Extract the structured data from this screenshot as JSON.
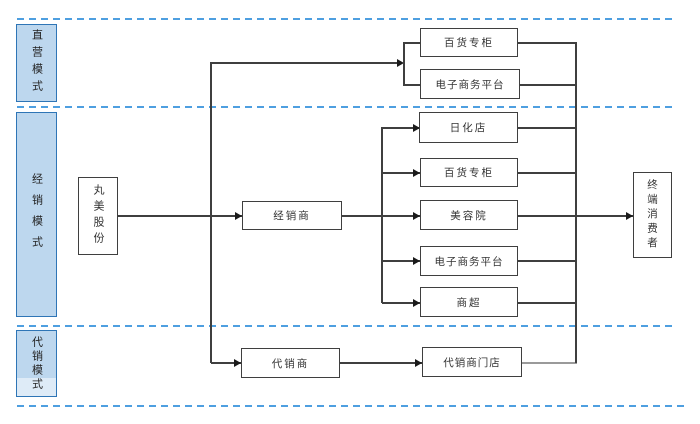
{
  "diagram": {
    "sections": [
      {
        "label": "直营模式"
      },
      {
        "label": "经销模式"
      },
      {
        "label": "代销模式"
      }
    ],
    "nodes": {
      "company": "丸美股份",
      "distributor": "经销商",
      "agent": "代销商",
      "direct_channel_1": "百货专柜",
      "direct_channel_2": "电子商务平台",
      "dist_channel_1": "日化店",
      "dist_channel_2": "百货专柜",
      "dist_channel_3": "美容院",
      "dist_channel_4": "电子商务平台",
      "dist_channel_5": "商超",
      "agent_store": "代销商门店",
      "consumer": "终端消费者"
    },
    "edges": [
      {
        "from": "company",
        "to": "direct_channel_1"
      },
      {
        "from": "company",
        "to": "direct_channel_2"
      },
      {
        "from": "company",
        "to": "distributor"
      },
      {
        "from": "company",
        "to": "agent"
      },
      {
        "from": "distributor",
        "to": "dist_channel_1"
      },
      {
        "from": "distributor",
        "to": "dist_channel_2"
      },
      {
        "from": "distributor",
        "to": "dist_channel_3"
      },
      {
        "from": "distributor",
        "to": "dist_channel_4"
      },
      {
        "from": "distributor",
        "to": "dist_channel_5"
      },
      {
        "from": "agent",
        "to": "agent_store"
      },
      {
        "from": "direct_channel_1",
        "to": "consumer"
      },
      {
        "from": "direct_channel_2",
        "to": "consumer"
      },
      {
        "from": "dist_channel_1",
        "to": "consumer"
      },
      {
        "from": "dist_channel_2",
        "to": "consumer"
      },
      {
        "from": "dist_channel_3",
        "to": "consumer"
      },
      {
        "from": "dist_channel_4",
        "to": "consumer"
      },
      {
        "from": "dist_channel_5",
        "to": "consumer"
      },
      {
        "from": "agent_store",
        "to": "consumer"
      }
    ],
    "colors": {
      "section_fill": "#bdd7ee",
      "section_fill_light": "#deebf7",
      "section_border": "#2e75b6",
      "dashed_divider": "#4e9fe0",
      "connector": "#3f3f3f",
      "box_border": "#3f3f3f"
    }
  }
}
